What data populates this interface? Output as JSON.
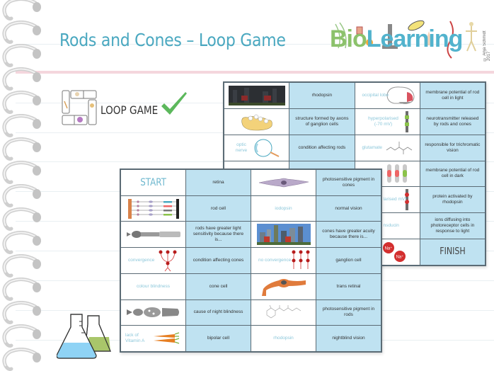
{
  "header": {
    "title": "Rods and Cones – Loop Game",
    "logo": {
      "part1": "Bio",
      "part2": "Learning",
      "copyright": "© Anja Schmidt 2017"
    }
  },
  "badge": {
    "label": "LOOP GAME",
    "check_color": "#5cb85c"
  },
  "colors": {
    "title": "#4aa8c0",
    "answer_cell": "#bfe2f1",
    "border": "#5b6b75",
    "pink_rule": "#f4d6dd"
  },
  "back_card": {
    "rows": [
      {
        "c1": {
          "type": "image",
          "icon": "city-night-image"
        },
        "c2": "rhodopsin",
        "c3": {
          "label": "occipital lobe",
          "icon": "brain-icon"
        },
        "c4": "membrane potential of rod cell in light"
      },
      {
        "c1": {
          "type": "image",
          "icon": "optic-disc-image"
        },
        "c2": "structure formed by axons of ganglion cells",
        "c3": {
          "label": "hyperpolarised (-70 mV)",
          "icon": "rod-cell-icon"
        },
        "c4": "neurotransmitter released by rods and cones"
      },
      {
        "c1": {
          "label": "optic nerve",
          "icon": "eye-icon"
        },
        "c2": "condition affecting rods",
        "c3": {
          "label": "glutamate",
          "icon": "molecule-icon"
        },
        "c4": "responsible for trichromatic vision"
      },
      {
        "c1": {},
        "c2": "",
        "c3": {
          "icon": "three-cones-icon"
        },
        "c4": "membrane potential of rod cell in dark"
      },
      {
        "c1": {},
        "c2": "",
        "c3": {
          "label": "larised mV)",
          "icon": "rod-cell-icon"
        },
        "c4": "protein activated by rhodopsin"
      },
      {
        "c1": {},
        "c2": "",
        "c3": {
          "label": "nsducin"
        },
        "c4": "ions diffusing into photoreceptor cells in response to light"
      },
      {
        "c1": {},
        "c2": "",
        "c3": {
          "badges": [
            "Na⁺",
            "Na⁺"
          ]
        },
        "c4": "FINISH"
      }
    ]
  },
  "front_card": {
    "rows": [
      {
        "c1": "START",
        "c2": "retina",
        "c3": {
          "icon": "bipolar-cell-icon"
        },
        "c4": "photosensitive pigment in cones"
      },
      {
        "c1": {
          "icon": "retina-layers-icon"
        },
        "c2": "rod cell",
        "c3": {
          "label": "iodopsin"
        },
        "c4": "normal vision"
      },
      {
        "c1": {
          "icon": "rod-cell-long-icon"
        },
        "c2": "rods have greater light sensitivity because there is...",
        "c3": {
          "icon": "city-day-image"
        },
        "c4": "cones have greater acuity because there is..."
      },
      {
        "c1": {
          "label": "convergence",
          "icon": "convergence-icon"
        },
        "c2": "condition affecting cones",
        "c3": {
          "label": "no convergence",
          "icon": "no-convergence-icon"
        },
        "c4": "ganglion cell"
      },
      {
        "c1": {
          "label": "colour blindness"
        },
        "c2": "cone cell",
        "c3": {
          "icon": "ganglion-cell-icon"
        },
        "c4": "trans retinal"
      },
      {
        "c1": {
          "icon": "cone-cell-icon"
        },
        "c2": "cause of night blindness",
        "c3": {
          "icon": "retinal-molecule-icon"
        },
        "c4": "photosensitive pigment in rods"
      },
      {
        "c1": {
          "label": "lack of Vitamin A",
          "icon": "carrots-icon"
        },
        "c2": "bipolar cell",
        "c3": {
          "label": "rhodopsin"
        },
        "c4": "nightblind vision"
      }
    ]
  }
}
